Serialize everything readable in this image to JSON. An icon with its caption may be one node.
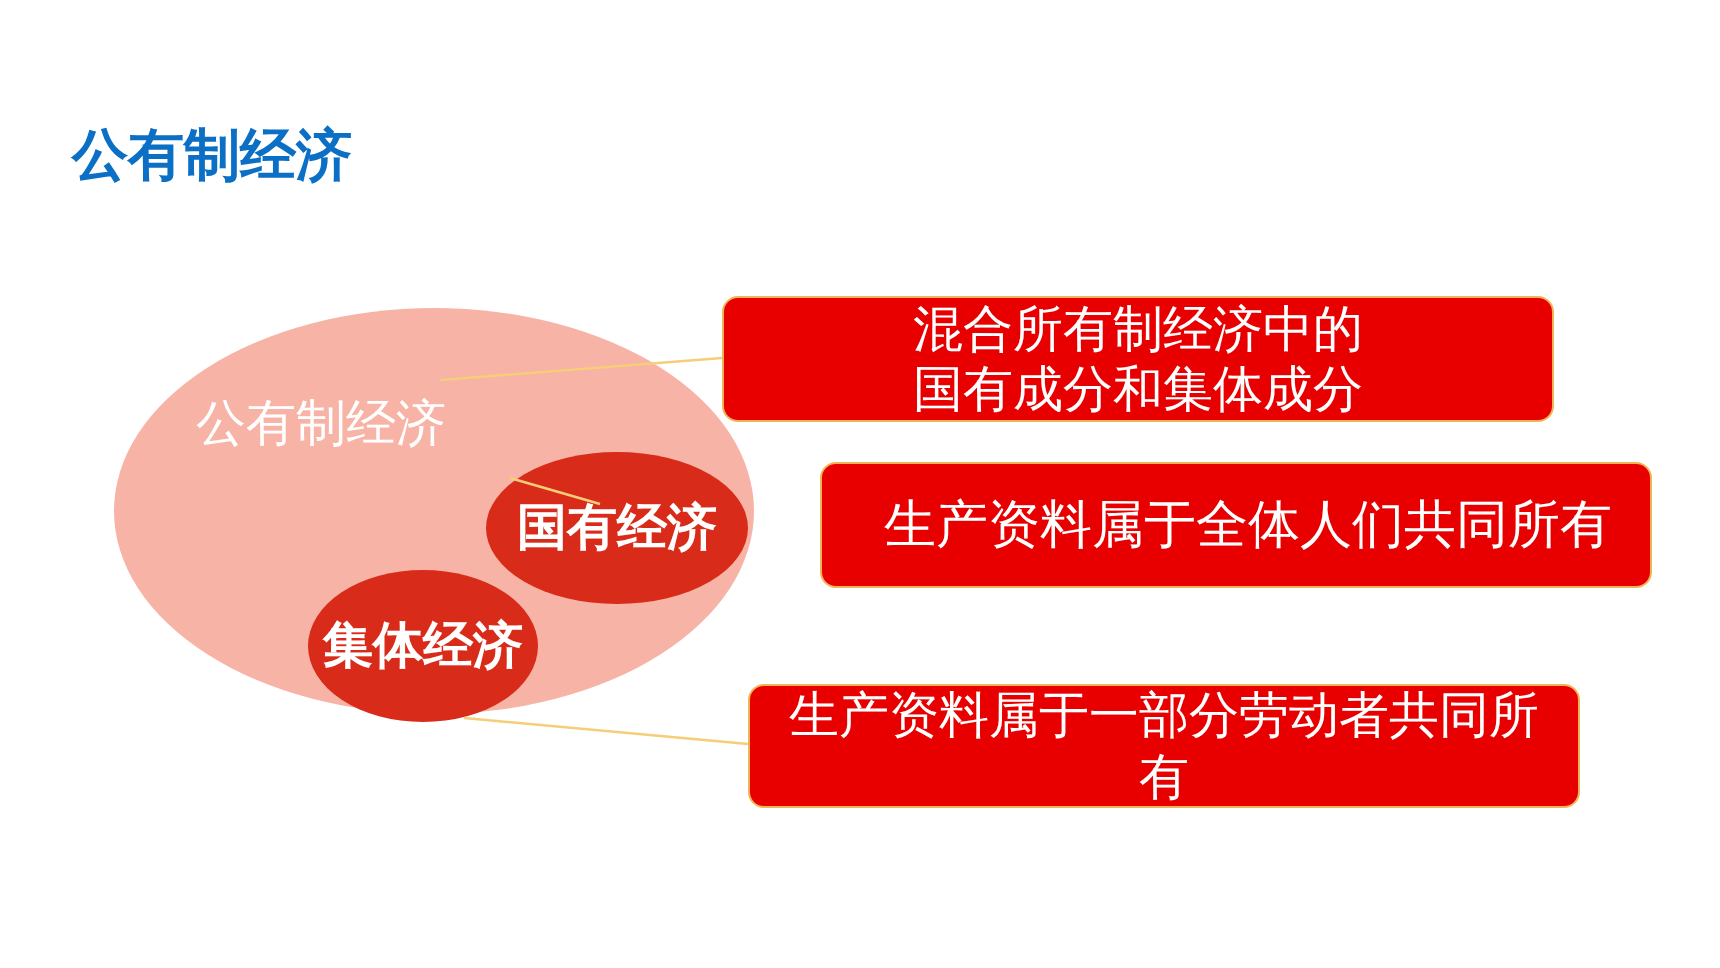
{
  "diagram": {
    "title": "公有制经济",
    "nodes": [
      {
        "text": [
          "公有制经济"
        ]
      },
      {
        "text": [
          "国有经济"
        ],
        "in": 0
      },
      {
        "text": [
          "集体经济"
        ],
        "in": 0
      },
      {
        "text": [
          "混合所有制经济中的国有成分和集体成分"
        ]
      },
      {
        "text": [
          "生产资料属于全体人们共同所有"
        ]
      },
      {
        "text": [
          "生产资料属于一部分劳动者共同所有"
        ]
      }
    ],
    "edges": [
      {
        "from": 3,
        "to": 0,
        "arrow": "none"
      },
      {
        "from": 5,
        "to": 2,
        "arrow": "none"
      },
      {
        "from": 1,
        "to": null,
        "arrow": "none"
      }
    ]
  }
}
